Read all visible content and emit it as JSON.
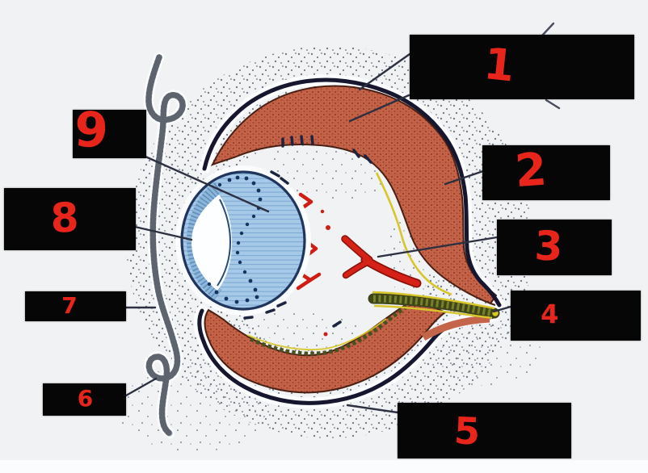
{
  "diagram": {
    "subject": "embryonic-eye-development-cross-section-quiz",
    "labels": [
      {
        "id": "1",
        "number": "1"
      },
      {
        "id": "2",
        "number": "2"
      },
      {
        "id": "3",
        "number": "3"
      },
      {
        "id": "4",
        "number": "4"
      },
      {
        "id": "5",
        "number": "5"
      },
      {
        "id": "6",
        "number": "6"
      },
      {
        "id": "7",
        "number": "7"
      },
      {
        "id": "8",
        "number": "8"
      },
      {
        "id": "9",
        "number": "9"
      }
    ],
    "palette": {
      "background": "#f0f2f4",
      "label_box": "#060606",
      "label_number": "#e8251b",
      "optic_cup_red": "#c4654a",
      "lens_blue": "#a6c9e8",
      "nerve_fiber_yellow": "#d8c62a",
      "artery_red": "#d62118",
      "outline_navy": "#16162e",
      "leader_line": "#2c3040"
    }
  }
}
